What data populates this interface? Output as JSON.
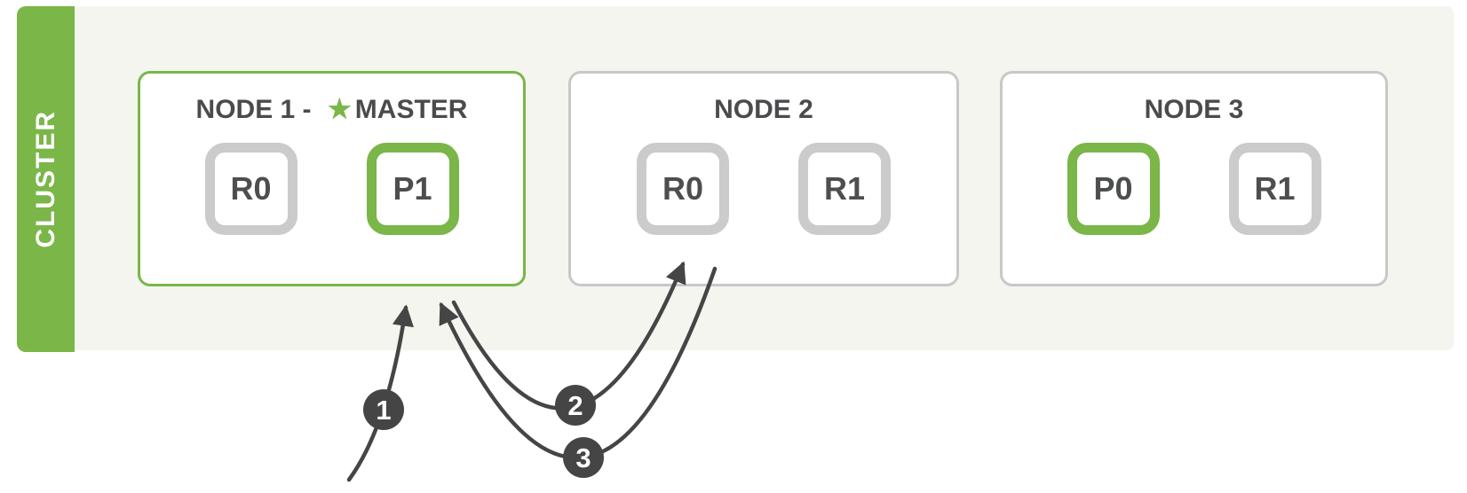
{
  "cluster": {
    "label": "CLUSTER",
    "nodes": [
      {
        "label": "NODE 1 - ",
        "master_suffix": "MASTER",
        "is_master": true,
        "shards": [
          {
            "label": "R0",
            "type": "replica"
          },
          {
            "label": "P1",
            "type": "primary"
          }
        ]
      },
      {
        "label": "NODE 2",
        "is_master": false,
        "shards": [
          {
            "label": "R0",
            "type": "replica"
          },
          {
            "label": "R1",
            "type": "replica"
          }
        ]
      },
      {
        "label": "NODE 3",
        "is_master": false,
        "shards": [
          {
            "label": "P0",
            "type": "primary"
          },
          {
            "label": "R1",
            "type": "replica"
          }
        ]
      }
    ]
  },
  "icons": {
    "master_star": "★"
  },
  "steps": [
    {
      "label": "1"
    },
    {
      "label": "2"
    },
    {
      "label": "3"
    }
  ],
  "colors": {
    "green": "#7ab648",
    "panel_bg": "#f4f5ee",
    "node_border_gray": "#c8c8c8",
    "shard_border_gray": "#cbcbcb",
    "text_dark": "#4a4b4d",
    "arrow_dark": "#454545"
  }
}
